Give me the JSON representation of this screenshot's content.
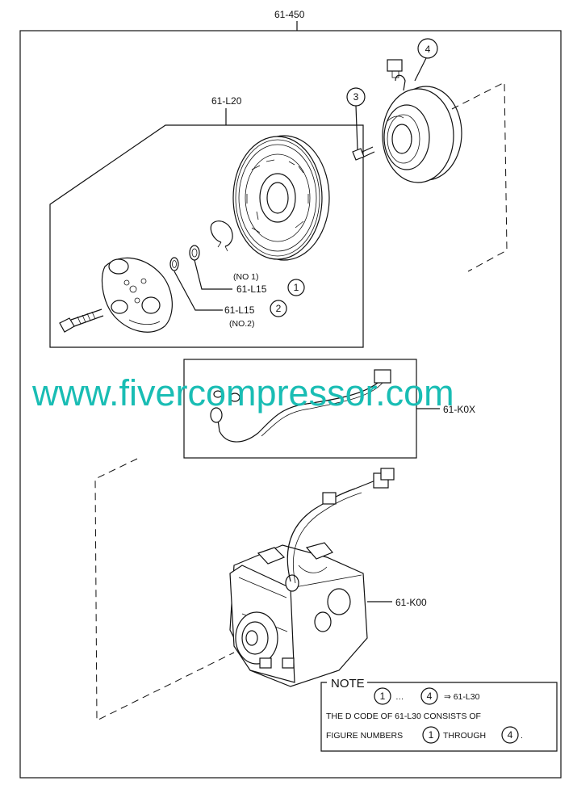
{
  "title_code": "61-450",
  "labels": {
    "clutch_pulley_group": "61-L20",
    "shim_1_code": "61-L15",
    "shim_1_variant": "(NO 1)",
    "shim_2_code": "61-L15",
    "shim_2_variant": "(NO.2)",
    "wiring_harness": "61-K0X",
    "compressor_body": "61-K00"
  },
  "callouts": {
    "c1": "1",
    "c2": "2",
    "c3": "3",
    "c4": "4"
  },
  "watermark": "www.fivercompressor.com",
  "note": {
    "heading": "NOTE",
    "line1_mid": "…",
    "line1_arrow": "⇒ 61-L30",
    "line2": "THE D CODE OF  61-L30  CONSISTS OF",
    "line3_a": "FIGURE NUMBERS",
    "line3_b": "THROUGH",
    "line3_end": "."
  },
  "colors": {
    "watermark": "#19bdb4",
    "line": "#111111"
  }
}
